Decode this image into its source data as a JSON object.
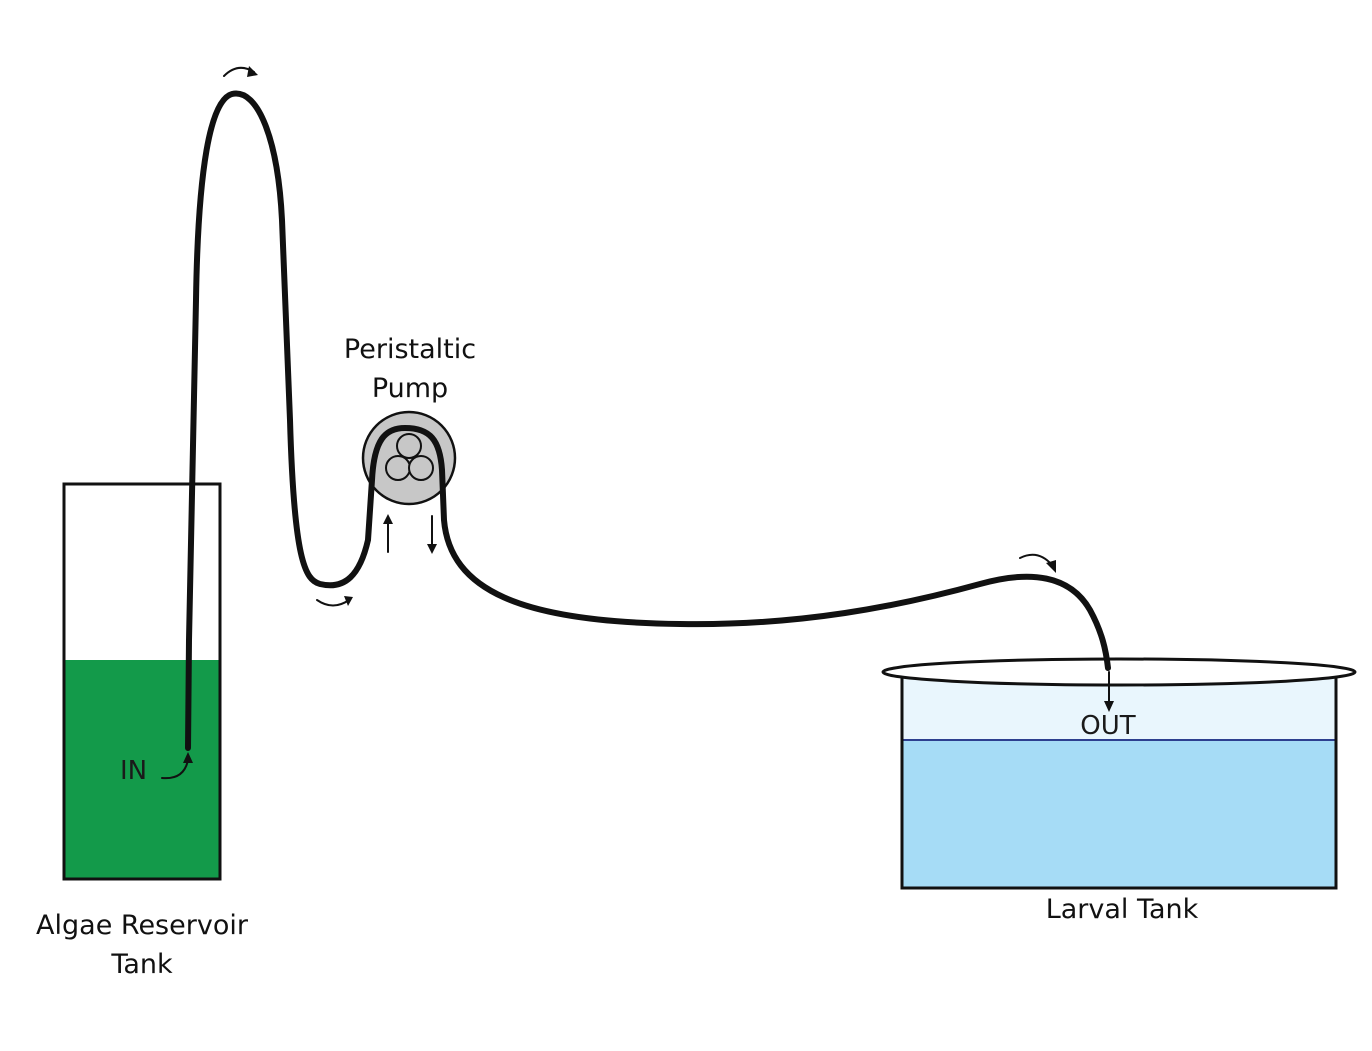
{
  "labels": {
    "reservoir_line1": "Algae Reservoir",
    "reservoir_line2": "Tank",
    "pump_line1": "Peristaltic",
    "pump_line2": "Pump",
    "larval_tank": "Larval Tank",
    "in": "IN",
    "out": "OUT"
  },
  "colors": {
    "algae_water": "#139a4a",
    "larval_water": "#a6dcf6",
    "larval_air": "#e9f6fd",
    "pump_body": "#c7c7c7",
    "water_line": "#2d3f8f",
    "tube": "#111111"
  },
  "icons": [
    "flow-direction-arrow",
    "roller-icon"
  ]
}
